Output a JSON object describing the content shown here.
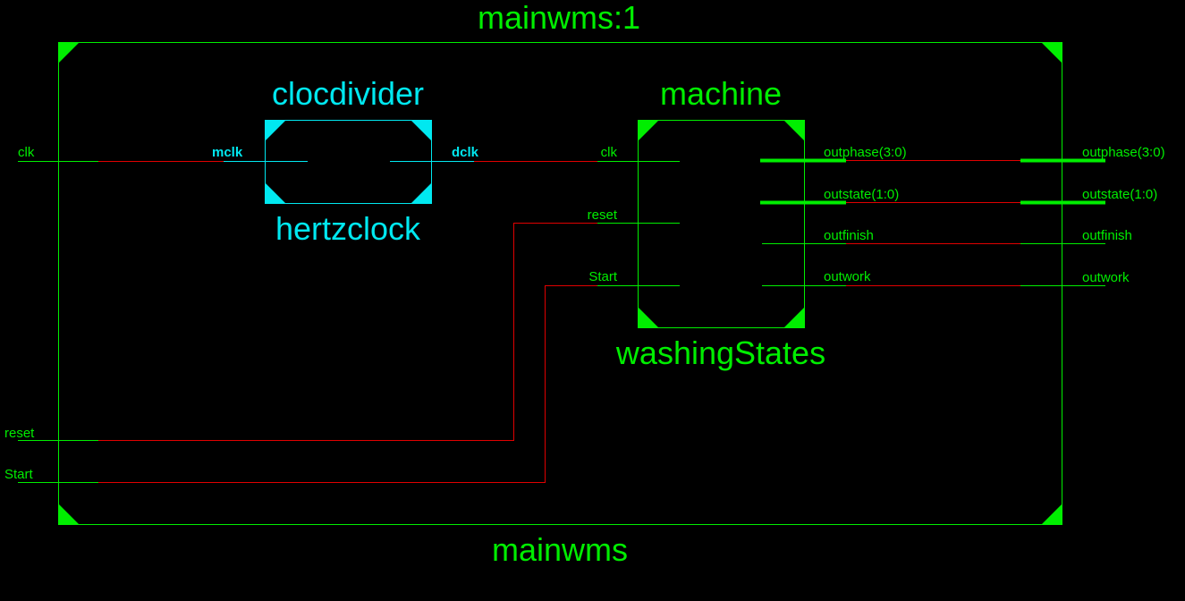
{
  "top": {
    "instance_title": "mainwms:1",
    "module_name": "mainwms",
    "inputs": [
      "clk",
      "reset",
      "Start"
    ],
    "outputs": [
      "outphase(3:0)",
      "outstate(1:0)",
      "outfinish",
      "outwork"
    ]
  },
  "clocdivider": {
    "label": "clocdivider",
    "module_name": "hertzclock",
    "in_pin": "mclk",
    "out_pin": "dclk"
  },
  "machine": {
    "label": "machine",
    "module_name": "washingStates",
    "in_pins": [
      "clk",
      "reset",
      "Start"
    ],
    "out_pins": [
      "outphase(3:0)",
      "outstate(1:0)",
      "outfinish",
      "outwork"
    ]
  },
  "colors": {
    "module": "#00ee00",
    "submodule": "#00e8f0",
    "net": "#e00000",
    "background": "#000000"
  }
}
